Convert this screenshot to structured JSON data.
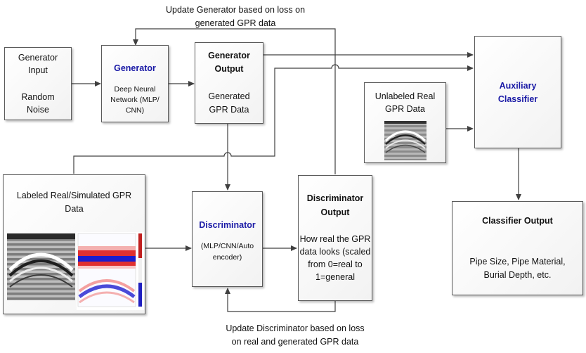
{
  "captions": {
    "top_line1": "Update Generator based on loss on",
    "top_line2": "generated GPR data",
    "bottom_line1": "Update Discriminator based on loss",
    "bottom_line2": "on real and generated GPR data"
  },
  "generator_input": {
    "line1": "Generator",
    "line2": "Input",
    "line3": "Random",
    "line4": "Noise"
  },
  "generator": {
    "title": "Generator",
    "line1": "Deep Neural",
    "line2": "Network (MLP/",
    "line3": "CNN)"
  },
  "generator_output": {
    "title1": "Generator",
    "title2": "Output",
    "line1": "Generated",
    "line2": "GPR Data"
  },
  "unlabeled": {
    "line1": "Unlabeled Real",
    "line2": "GPR Data"
  },
  "aux_classifier": {
    "title1": "Auxiliary",
    "title2": "Classifier"
  },
  "labeled": {
    "line1": "Labeled Real/Simulated GPR",
    "line2": "Data"
  },
  "discriminator": {
    "title": "Discriminator",
    "line1": "(MLP/CNN/Auto",
    "line2": "encoder)"
  },
  "disc_output": {
    "title1": "Discriminator",
    "title2": "Output",
    "line1": "How real the GPR",
    "line2": "data looks (scaled",
    "line3": "from 0=real to",
    "line4": "1=general"
  },
  "classifier_output": {
    "title": "Classifier Output",
    "line1": "Pipe Size, Pipe Material,",
    "line2": "Burial Depth, etc."
  },
  "colors": {
    "accent_blue": "#1a1aa6",
    "border": "#5a5a5a",
    "arrow": "#404040"
  }
}
